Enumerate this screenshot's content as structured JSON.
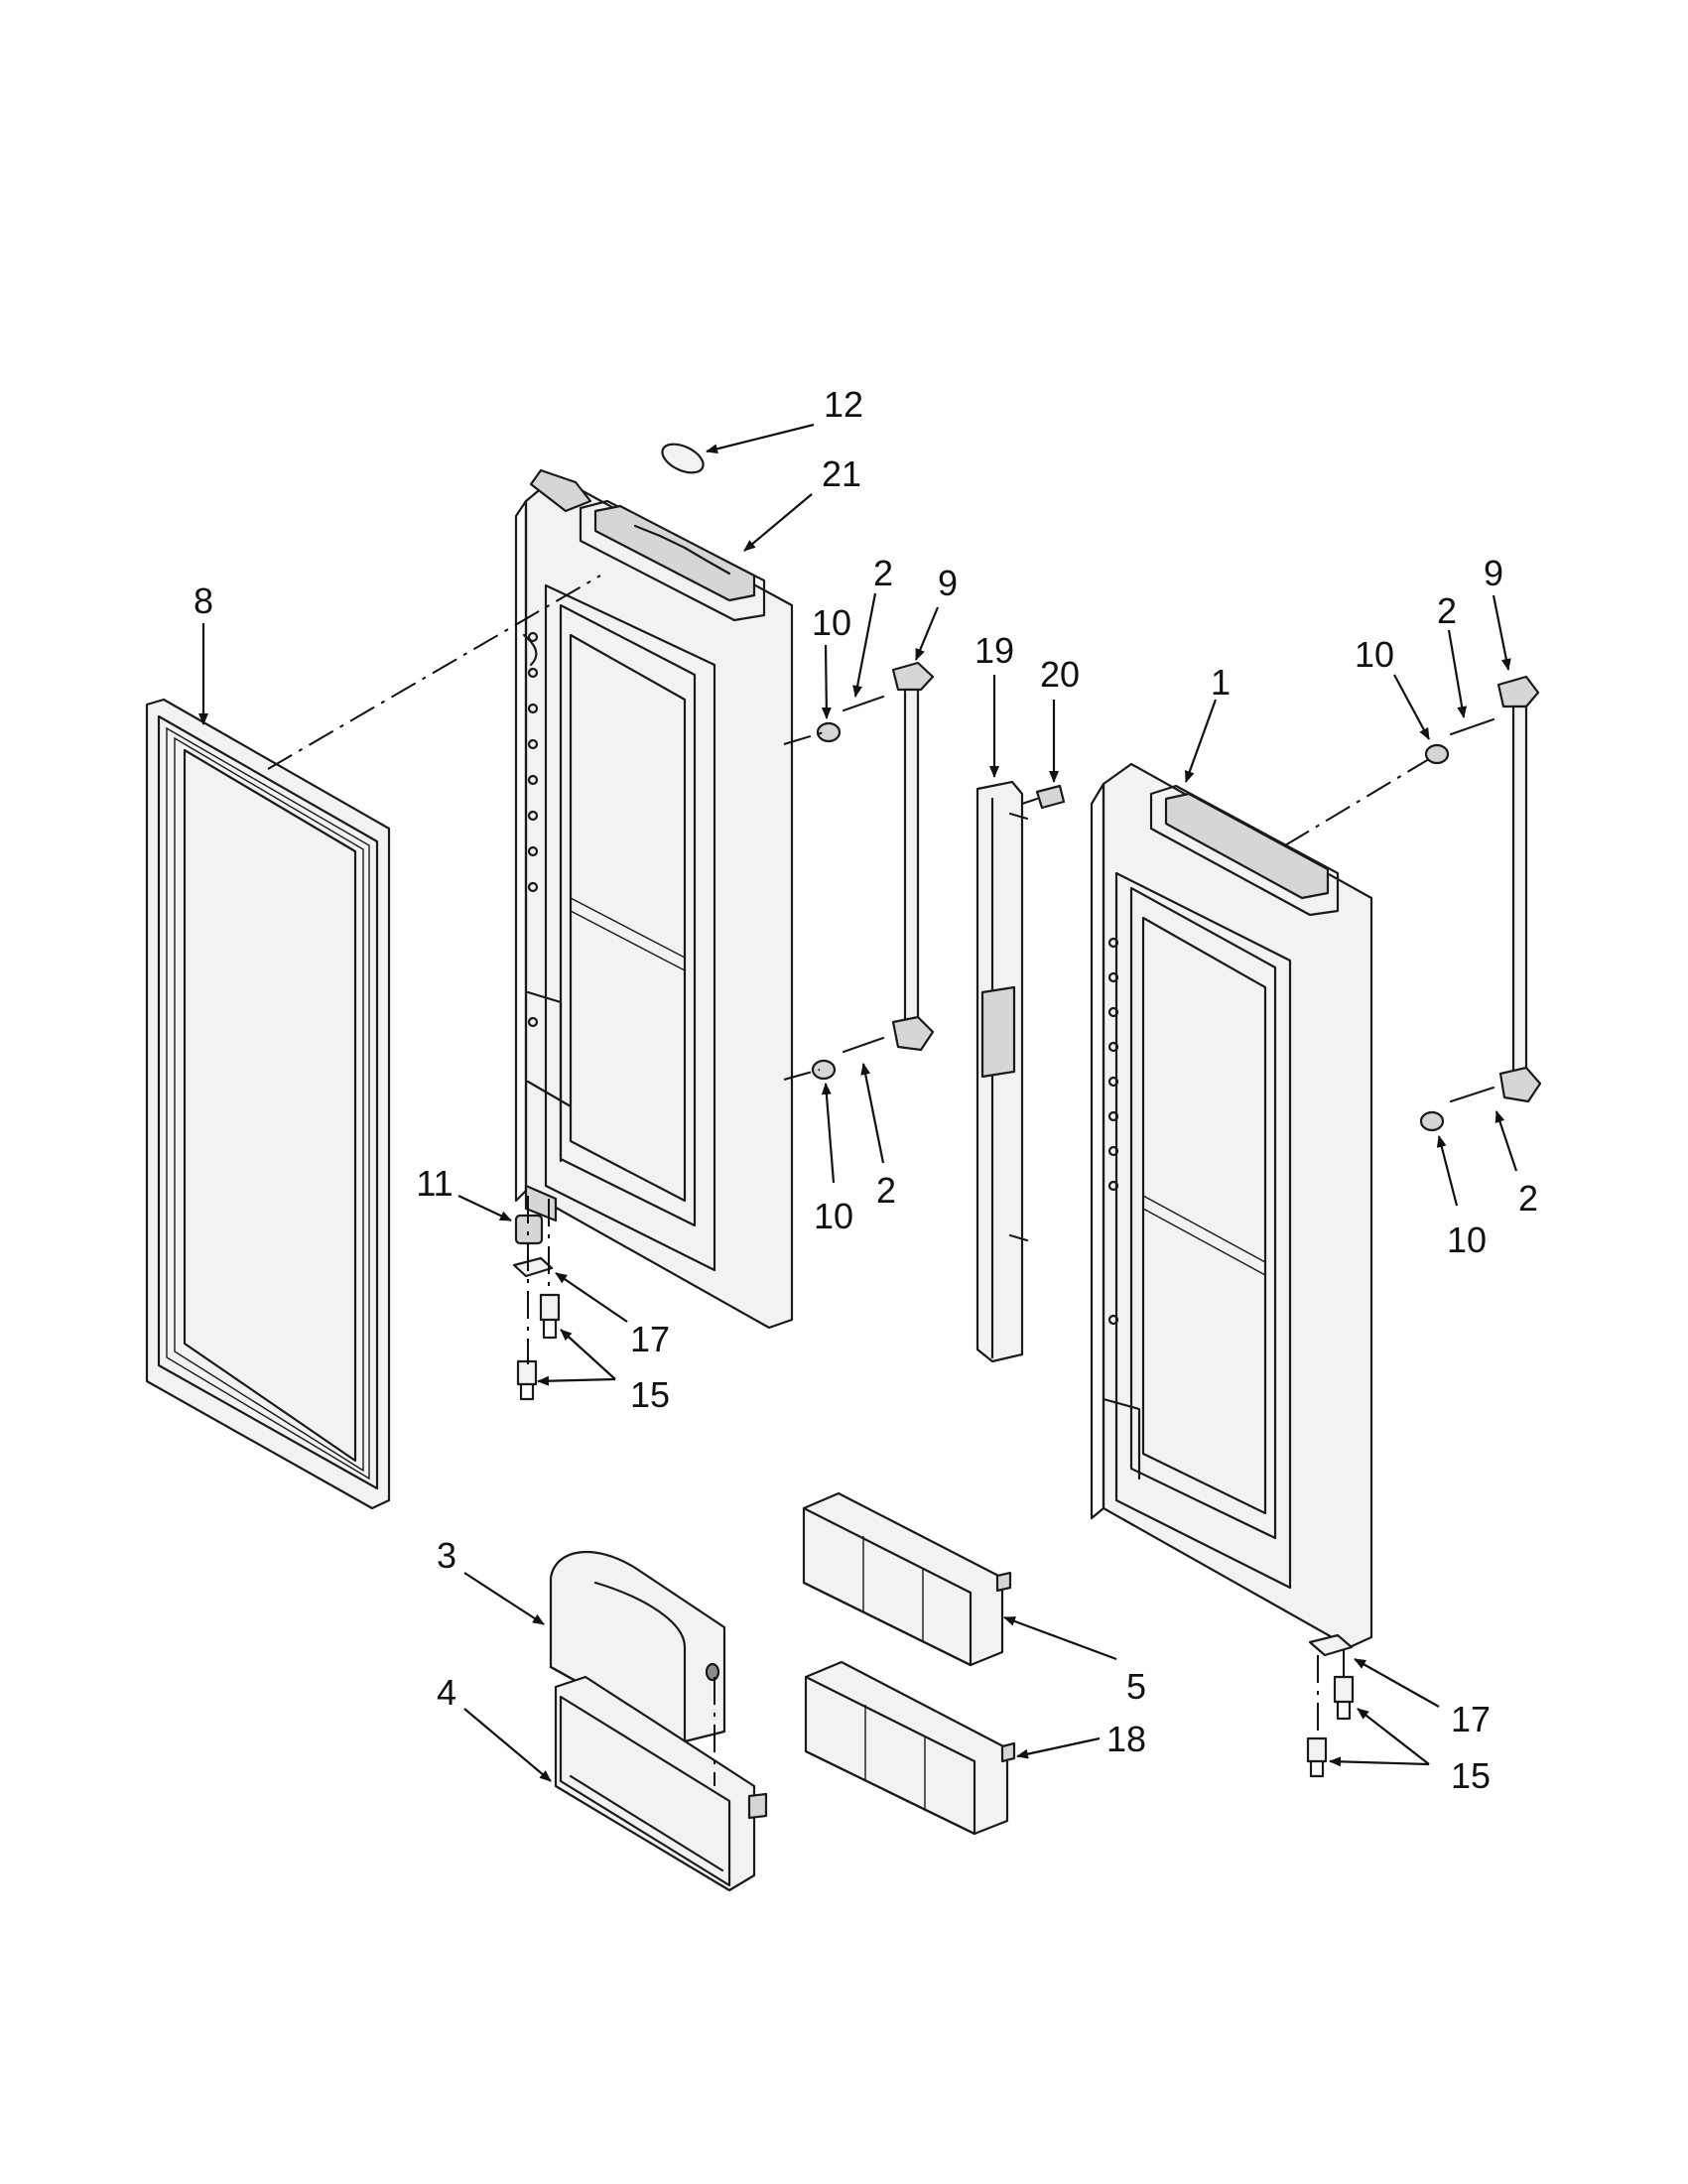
{
  "callouts": [
    {
      "id": "c1",
      "label": "1"
    },
    {
      "id": "c2a",
      "label": "2"
    },
    {
      "id": "c2b",
      "label": "2"
    },
    {
      "id": "c2c",
      "label": "2"
    },
    {
      "id": "c2d",
      "label": "2"
    },
    {
      "id": "c3",
      "label": "3"
    },
    {
      "id": "c4",
      "label": "4"
    },
    {
      "id": "c5",
      "label": "5"
    },
    {
      "id": "c8",
      "label": "8"
    },
    {
      "id": "c9a",
      "label": "9"
    },
    {
      "id": "c9b",
      "label": "9"
    },
    {
      "id": "c10a",
      "label": "10"
    },
    {
      "id": "c10b",
      "label": "10"
    },
    {
      "id": "c10c",
      "label": "10"
    },
    {
      "id": "c10d",
      "label": "10"
    },
    {
      "id": "c11",
      "label": "11"
    },
    {
      "id": "c12",
      "label": "12"
    },
    {
      "id": "c15a",
      "label": "15"
    },
    {
      "id": "c15b",
      "label": "15"
    },
    {
      "id": "c17a",
      "label": "17"
    },
    {
      "id": "c17b",
      "label": "17"
    },
    {
      "id": "c18",
      "label": "18"
    },
    {
      "id": "c19",
      "label": "19"
    },
    {
      "id": "c20",
      "label": "20"
    },
    {
      "id": "c21",
      "label": "21"
    }
  ]
}
